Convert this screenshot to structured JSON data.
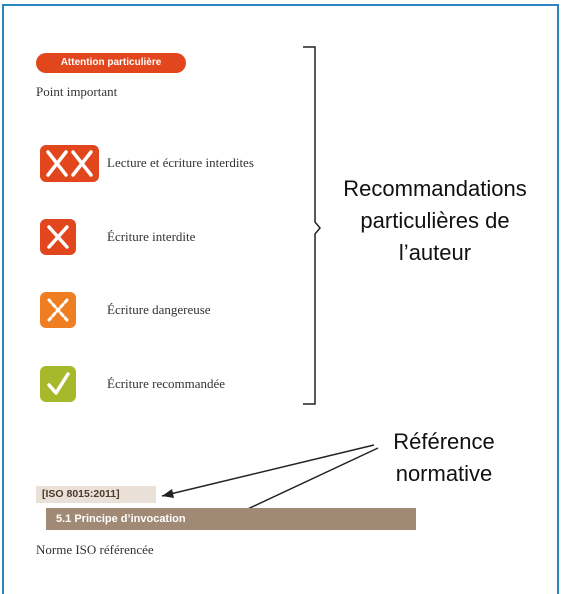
{
  "attention_label": "Attention particulière",
  "point_important": "Point important",
  "legend": [
    {
      "icon": "double-cross-icon",
      "text": "Lecture et écriture interdites"
    },
    {
      "icon": "cross-icon",
      "text": "Écriture interdite"
    },
    {
      "icon": "dotted-cross-icon",
      "text": "Écriture dangereuse"
    },
    {
      "icon": "check-icon",
      "text": "Écriture recommandée"
    }
  ],
  "recommendations_lines": [
    "Recommandations",
    "particulières de",
    "l’auteur"
  ],
  "reference_lines": [
    "Référence",
    "normative"
  ],
  "iso_tag": "[ISO 8015:2011]",
  "iso_section": "5.1 Principe d’invocation",
  "iso_caption": "Norme ISO référencée",
  "colors": {
    "accent_red": "#e2461d",
    "orange": "#ef7d22",
    "green": "#a6b92b",
    "tag_bg": "#e9e1d8",
    "bar_bg": "#a08a75",
    "frame": "#2e86c1"
  }
}
